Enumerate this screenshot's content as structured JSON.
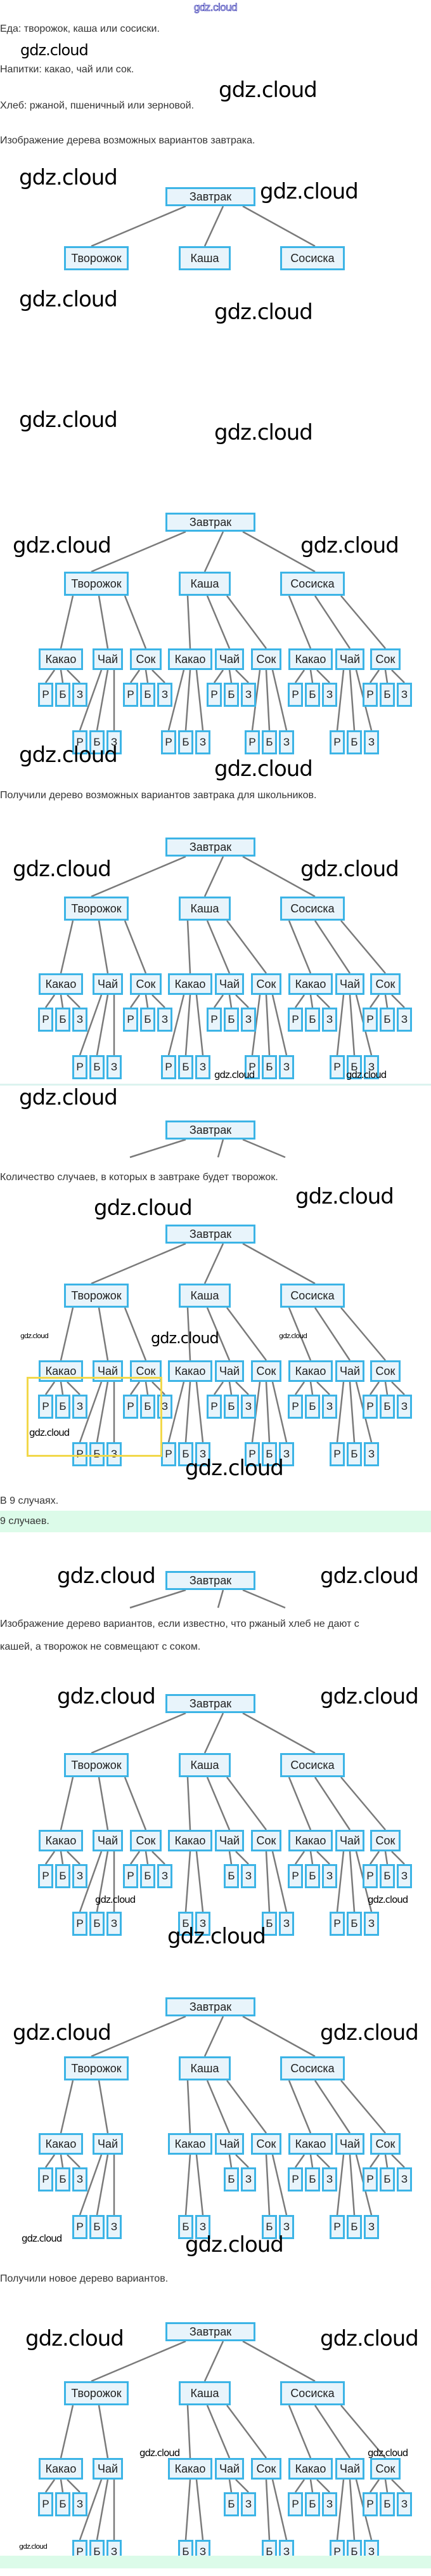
{
  "header": {
    "watermark": "gdz.cloud"
  },
  "watermark_text": "gdz.cloud",
  "text": {
    "food": "Еда: творожок, каша или сосиски.",
    "drinks": "Напитки: какао, чай или сок.",
    "bread": "Хлеб: ржаной, пшеничный или зерновой.",
    "tree_intro": "Изображение дерева возможных вариантов завтрака.",
    "tree_result": "Получили дерево возможных вариантов завтрака для школьников.",
    "count_question": "Количество случаев, в которых в завтраке будет творожок.",
    "count_answer": "В 9 случаях.",
    "final_answer": "9 случаев.",
    "restricted_intro_1": "Изображение дерево вариантов, если известно, что ржаный хлеб не дают с",
    "restricted_intro_2": "кашей, а творожок не совмещают с соком.",
    "new_tree": "Получили новое дерево вариантов."
  },
  "tree_labels": {
    "root": "Завтрак",
    "foods": [
      "Творожок",
      "Каша",
      "Сосиска"
    ],
    "drinks": [
      "Какао",
      "Чай",
      "Сок"
    ],
    "breads": [
      "Р",
      "Б",
      "З"
    ]
  },
  "trees": {
    "full": {
      "Творожок": {
        "Какао": [
          "Р",
          "Б",
          "З"
        ],
        "Чай": [
          "Р",
          "Б",
          "З"
        ],
        "Сок": [
          "Р",
          "Б",
          "З"
        ]
      },
      "Каша": {
        "Какао": [
          "Р",
          "Б",
          "З"
        ],
        "Чай": [
          "Р",
          "Б",
          "З"
        ],
        "Сок": [
          "Р",
          "Б",
          "З"
        ]
      },
      "Сосиска": {
        "Какао": [
          "Р",
          "Б",
          "З"
        ],
        "Чай": [
          "Р",
          "Б",
          "З"
        ],
        "Сок": [
          "Р",
          "Б",
          "З"
        ]
      }
    },
    "restricted_rye": {
      "Творожок": {
        "Какао": [
          "Р",
          "Б",
          "З"
        ],
        "Чай": [
          "Р",
          "Б",
          "З"
        ],
        "Сок": [
          "Р",
          "Б",
          "З"
        ]
      },
      "Каша": {
        "Какао": [
          "Б",
          "З"
        ],
        "Чай": [
          "Б",
          "З"
        ],
        "Сок": [
          "Б",
          "З"
        ]
      },
      "Сосиска": {
        "Какао": [
          "Р",
          "Б",
          "З"
        ],
        "Чай": [
          "Р",
          "Б",
          "З"
        ],
        "Сок": [
          "Р",
          "Б",
          "З"
        ]
      }
    },
    "restricted_all": {
      "Творожок": {
        "Какао": [
          "Р",
          "Б",
          "З"
        ],
        "Чай": [
          "Р",
          "Б",
          "З"
        ]
      },
      "Каша": {
        "Какао": [
          "Б",
          "З"
        ],
        "Чай": [
          "Б",
          "З"
        ],
        "Сок": [
          "Б",
          "З"
        ]
      },
      "Сосиска": {
        "Какао": [
          "Р",
          "Б",
          "З"
        ],
        "Чай": [
          "Р",
          "Б",
          "З"
        ],
        "Сок": [
          "Р",
          "Б",
          "З"
        ]
      }
    }
  },
  "colors": {
    "node_border": "#3cb4e6",
    "node_fill": "#e8f4fb",
    "edge": "#7a7a7a",
    "highlight_box": "#f2d84a",
    "answer_bar": "#dcfbe9"
  }
}
